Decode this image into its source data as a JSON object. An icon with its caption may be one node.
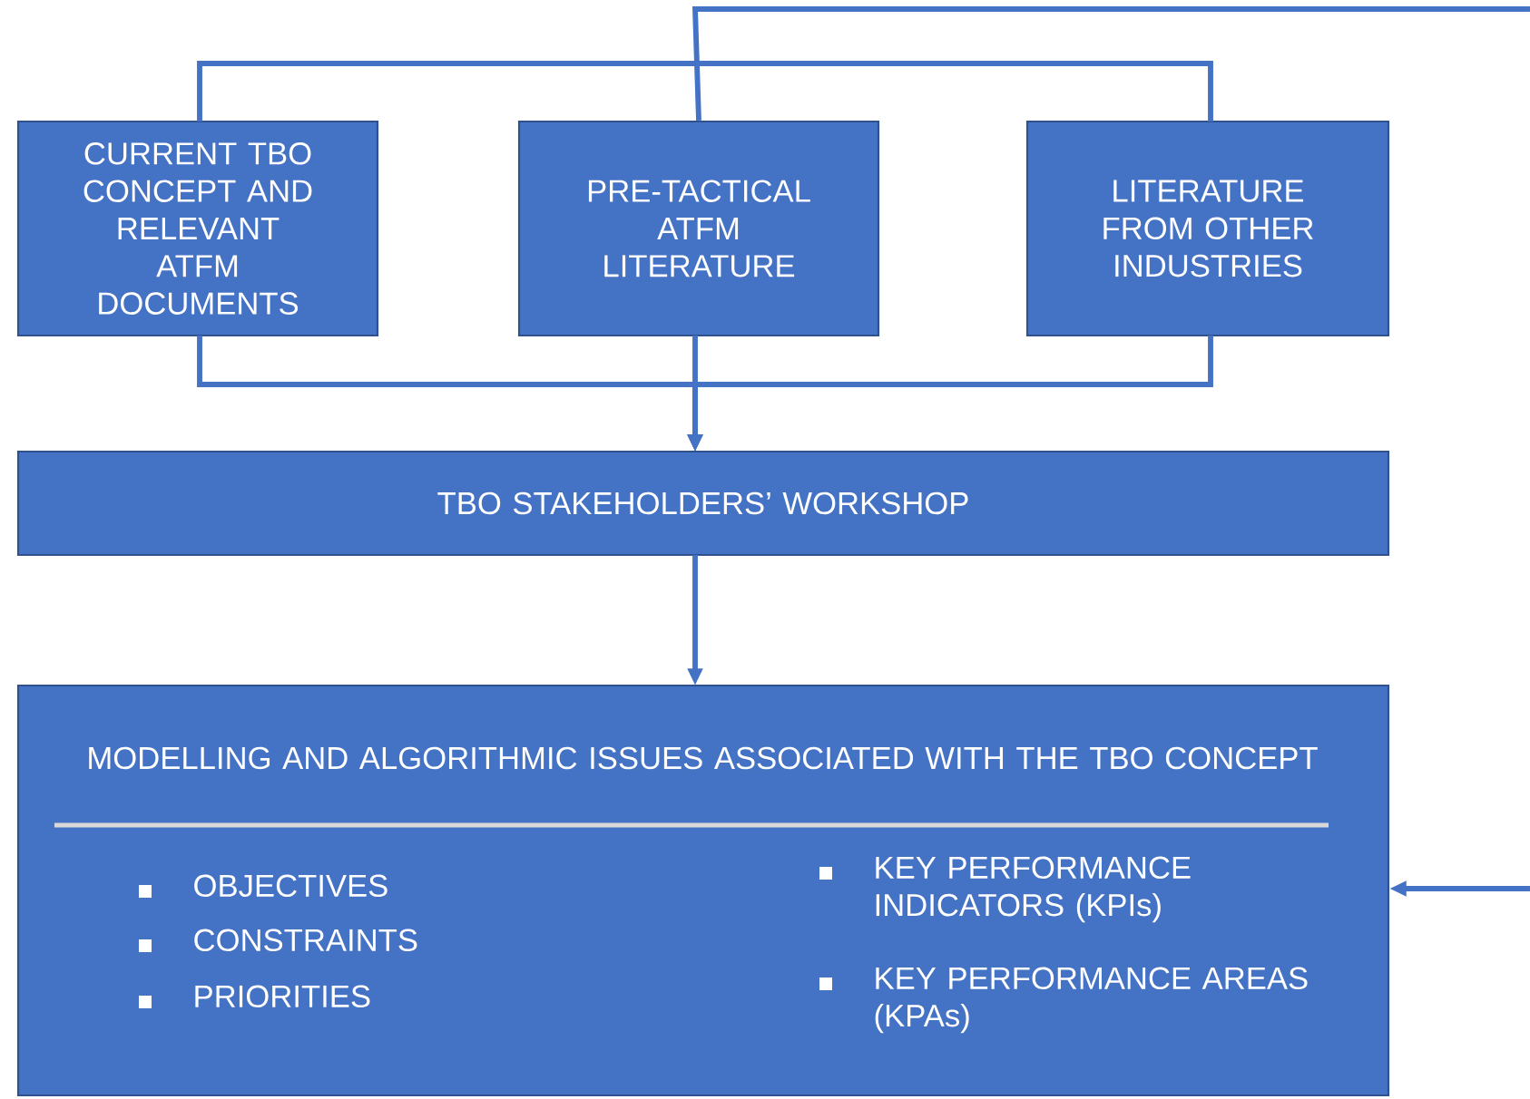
{
  "diagram": {
    "nodes": [
      {
        "text": [
          "CURRENT TBO CONCEPT AND RELEVANT ATFM DOCUMENTS"
        ]
      },
      {
        "text": [
          "PRE-TACTICAL ATFM LITERATURE"
        ]
      },
      {
        "text": [
          "LITERATURE FROM OTHER INDUSTRIES"
        ]
      },
      {
        "text": [
          "TBO STAKEHOLDERS’ WORKSHOP"
        ]
      },
      {
        "text": [
          "MODELLING AND ALGORITHMIC ISSUES ASSOCIATED WITH THE TBO CONCEPT",
          "OBJECTIVES",
          "CONSTRAINTS",
          "PRIORITIES",
          "KEY PERFORMANCE INDICATORS (KPIs)",
          "KEY PERFORMANCE AREAS (KPAs)"
        ]
      }
    ],
    "edges": [
      {
        "from": null,
        "to": 0,
        "arrow": "none"
      },
      {
        "from": null,
        "to": 1,
        "arrow": "none"
      },
      {
        "from": null,
        "to": 2,
        "arrow": "none"
      },
      {
        "from": 0,
        "to": 3,
        "arrow": "to"
      },
      {
        "from": 1,
        "to": 3,
        "arrow": "to"
      },
      {
        "from": 2,
        "to": 3,
        "arrow": "to"
      },
      {
        "from": 3,
        "to": 4,
        "arrow": "to"
      },
      {
        "from": null,
        "to": 4,
        "arrow": "to"
      }
    ]
  }
}
